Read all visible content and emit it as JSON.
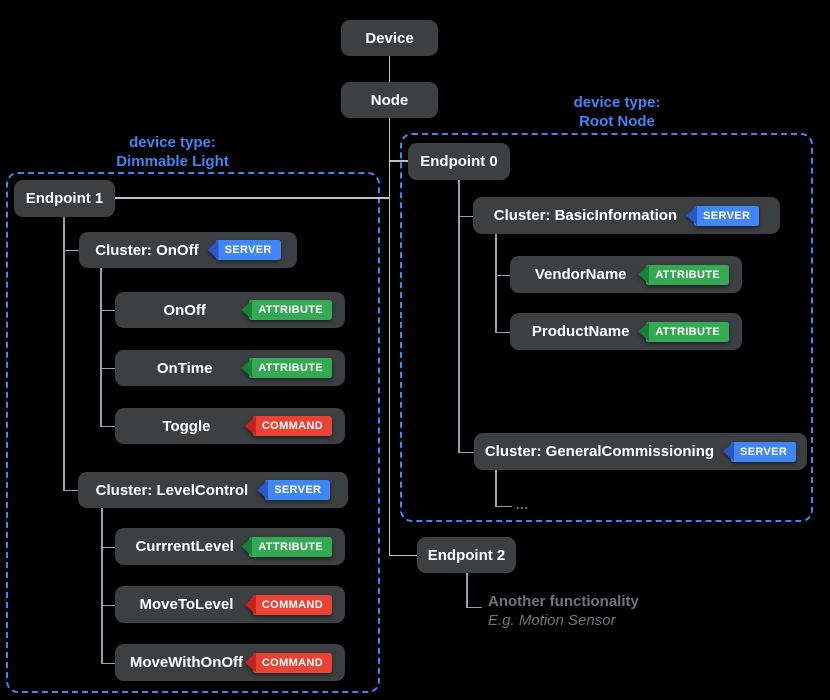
{
  "colors": {
    "background": "#000000",
    "box_fill": "#3C4043",
    "box_text": "#FFFFFF",
    "connector": "#9AA0A6",
    "group_accent": "#4285F4",
    "badge_server": "#4285F4",
    "badge_server_dark": "#2A56C6",
    "badge_attribute": "#34A853",
    "badge_attribute_dark": "#188038",
    "badge_command": "#EA4335",
    "badge_command_dark": "#C5221F",
    "note_text": "#70757A"
  },
  "root": {
    "device_label": "Device",
    "node_label": "Node"
  },
  "left_group": {
    "type_caption": "device type:",
    "type_name": "Dimmable Light",
    "endpoint_label": "Endpoint 1",
    "clusters": [
      {
        "label": "Cluster: OnOff",
        "badge": "SERVER",
        "children": [
          {
            "label": "OnOff",
            "badge": "ATTRIBUTE"
          },
          {
            "label": "OnTime",
            "badge": "ATTRIBUTE"
          },
          {
            "label": "Toggle",
            "badge": "COMMAND"
          }
        ]
      },
      {
        "label": "Cluster: LevelControl",
        "badge": "SERVER",
        "children": [
          {
            "label": "CurrrentLevel",
            "badge": "ATTRIBUTE"
          },
          {
            "label": "MoveToLevel",
            "badge": "COMMAND"
          },
          {
            "label": "MoveWithOnOff",
            "badge": "COMMAND"
          }
        ]
      }
    ]
  },
  "right_group": {
    "type_caption": "device type:",
    "type_name": "Root Node",
    "endpoint_label": "Endpoint 0",
    "clusters": [
      {
        "label": "Cluster: BasicInformation",
        "badge": "SERVER",
        "children": [
          {
            "label": "VendorName",
            "badge": "ATTRIBUTE"
          },
          {
            "label": "ProductName",
            "badge": "ATTRIBUTE"
          }
        ]
      },
      {
        "label": "Cluster: GeneralCommissioning",
        "badge": "SERVER",
        "ellipsis": "..."
      }
    ]
  },
  "endpoint2": {
    "label": "Endpoint 2",
    "note_line1": "Another functionality",
    "note_line2": "E.g. Motion Sensor"
  }
}
